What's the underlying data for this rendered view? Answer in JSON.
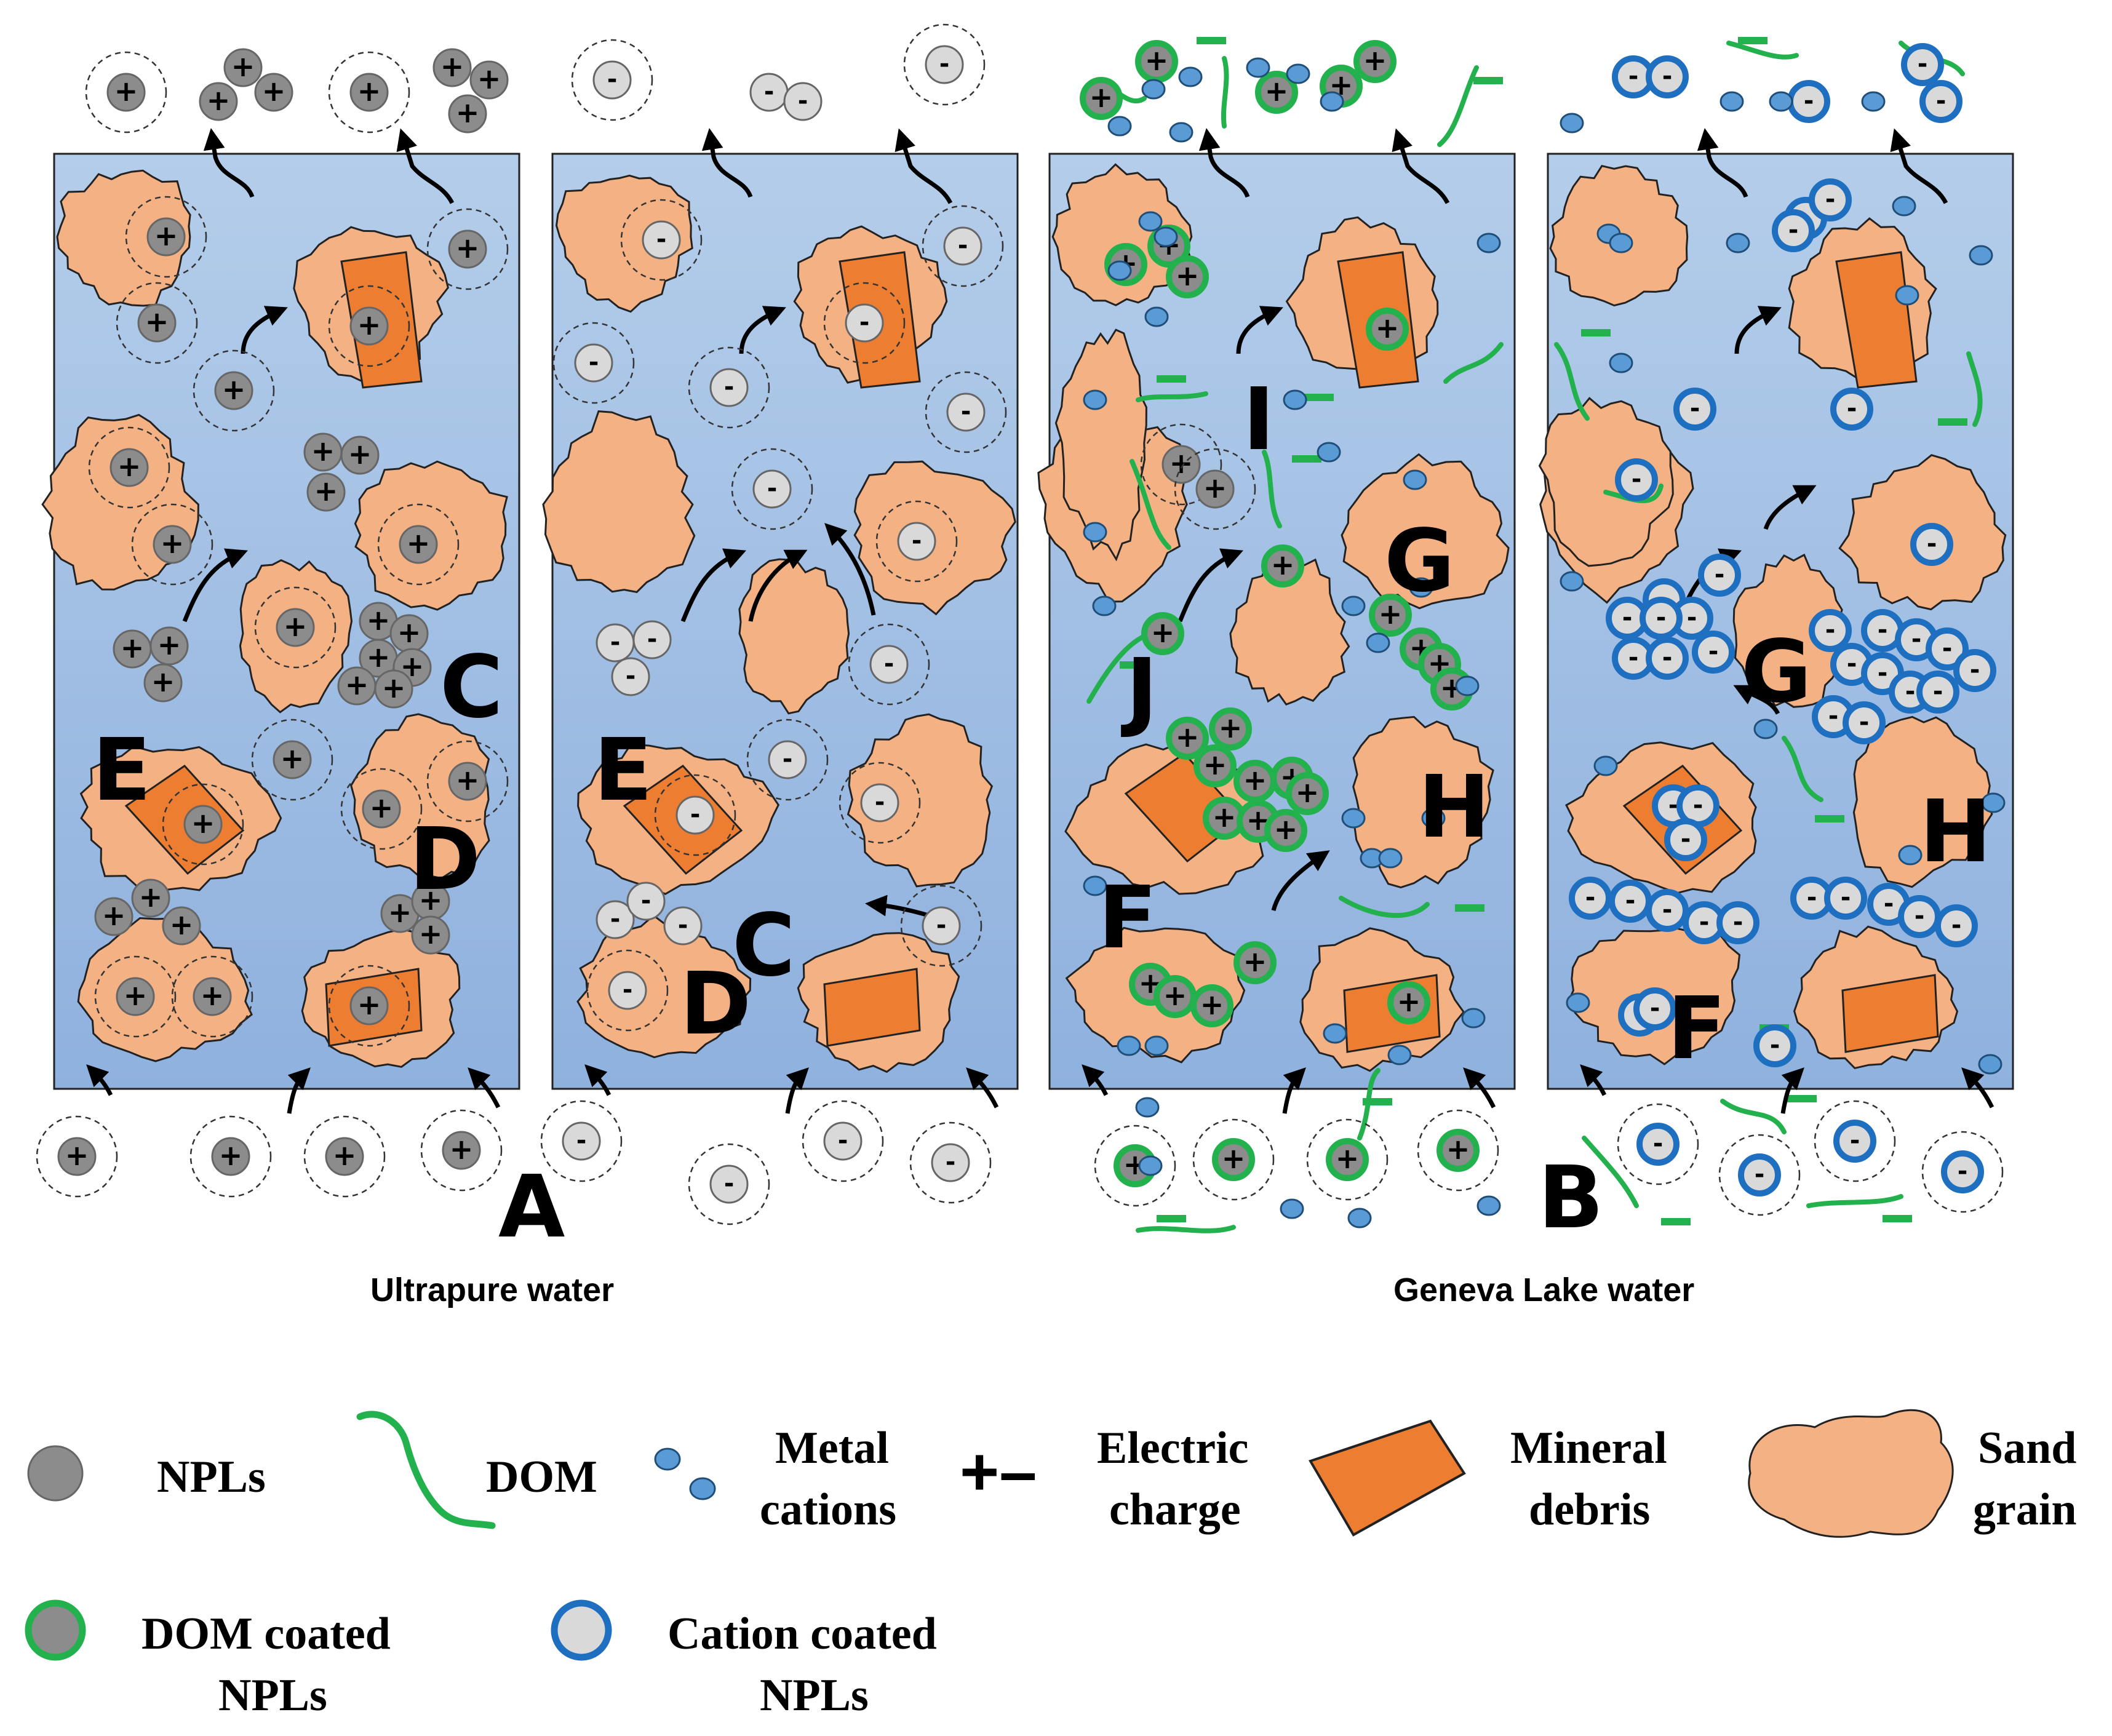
{
  "panel_labels": {
    "A": "A",
    "B": "B",
    "C1": "C",
    "D1": "D",
    "E1": "E",
    "C2": "C",
    "D2": "D",
    "E2": "E",
    "G1": "G",
    "H1": "H",
    "I": "I",
    "J": "J",
    "F1": "F",
    "G2": "G",
    "H2": "H",
    "F2": "F"
  },
  "captions": {
    "left": "Ultrapure water",
    "right": "Geneva Lake water"
  },
  "legend": {
    "npls": "NPLs",
    "dom": "DOM",
    "metal_line1": "Metal",
    "metal_line2": "cations",
    "electric_symbols": "+–",
    "electric_line1": "Electric",
    "electric_line2": "charge",
    "mineral_line1": "Mineral",
    "mineral_line2": "debris",
    "sand_line1": "Sand",
    "sand_line2": "grain",
    "dom_coated_line1": "DOM coated",
    "dom_coated_line2": "NPLs",
    "cation_coated_line1": "Cation coated",
    "cation_coated_line2": "NPLs"
  },
  "colors": {
    "column_fill": "#a9c4e6",
    "sand": "#f4b183",
    "mineral": "#ed7d31",
    "npl_pos": "#8c8c8c",
    "npl_neg": "#d9d9d9",
    "dom": "#22b14c",
    "cation_fill": "#5b9bd5",
    "cation_ring": "#1f6fc0"
  }
}
